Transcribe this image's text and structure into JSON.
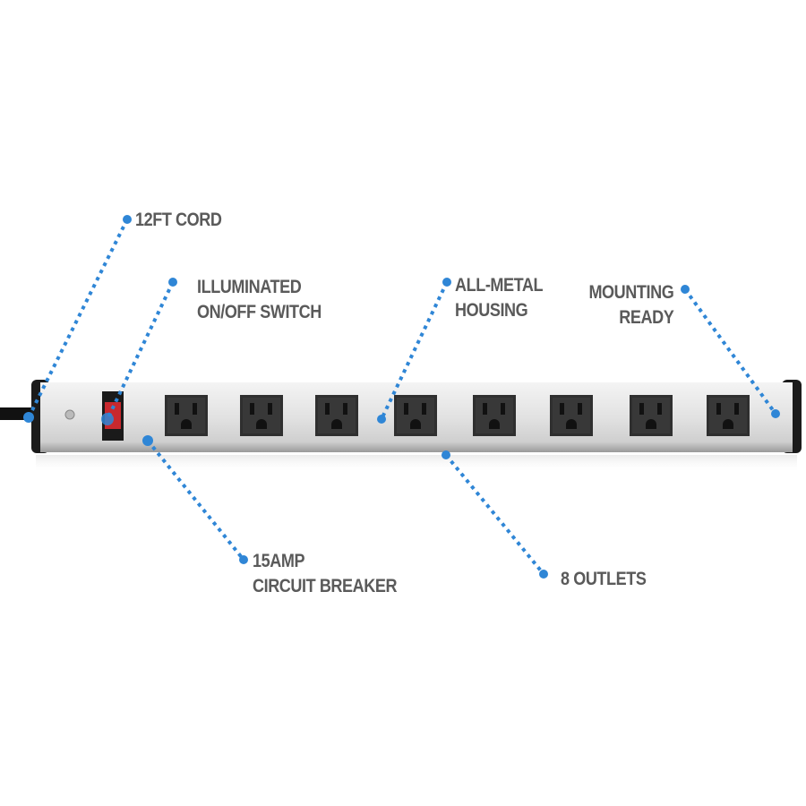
{
  "product": "8-outlet metal power strip",
  "colors": {
    "accent": "#2f86d6",
    "label_text": "#5a5a5a",
    "housing": "#e6e6e6",
    "end_caps": "#1b1b1b",
    "switch": "#c8282e",
    "outlet": "#2f2f2f"
  },
  "callouts": [
    {
      "id": "cord",
      "lines": [
        "12FT CORD"
      ]
    },
    {
      "id": "switch",
      "lines": [
        "ILLUMINATED",
        "ON/OFF SWITCH"
      ]
    },
    {
      "id": "housing",
      "lines": [
        "ALL-METAL",
        "HOUSING"
      ]
    },
    {
      "id": "mounting",
      "lines": [
        "MOUNTING",
        "READY"
      ]
    },
    {
      "id": "breaker",
      "lines": [
        "15AMP",
        "CIRCUIT BREAKER"
      ]
    },
    {
      "id": "outlets",
      "lines": [
        "8 OUTLETS"
      ]
    }
  ],
  "outlet_count": 8
}
